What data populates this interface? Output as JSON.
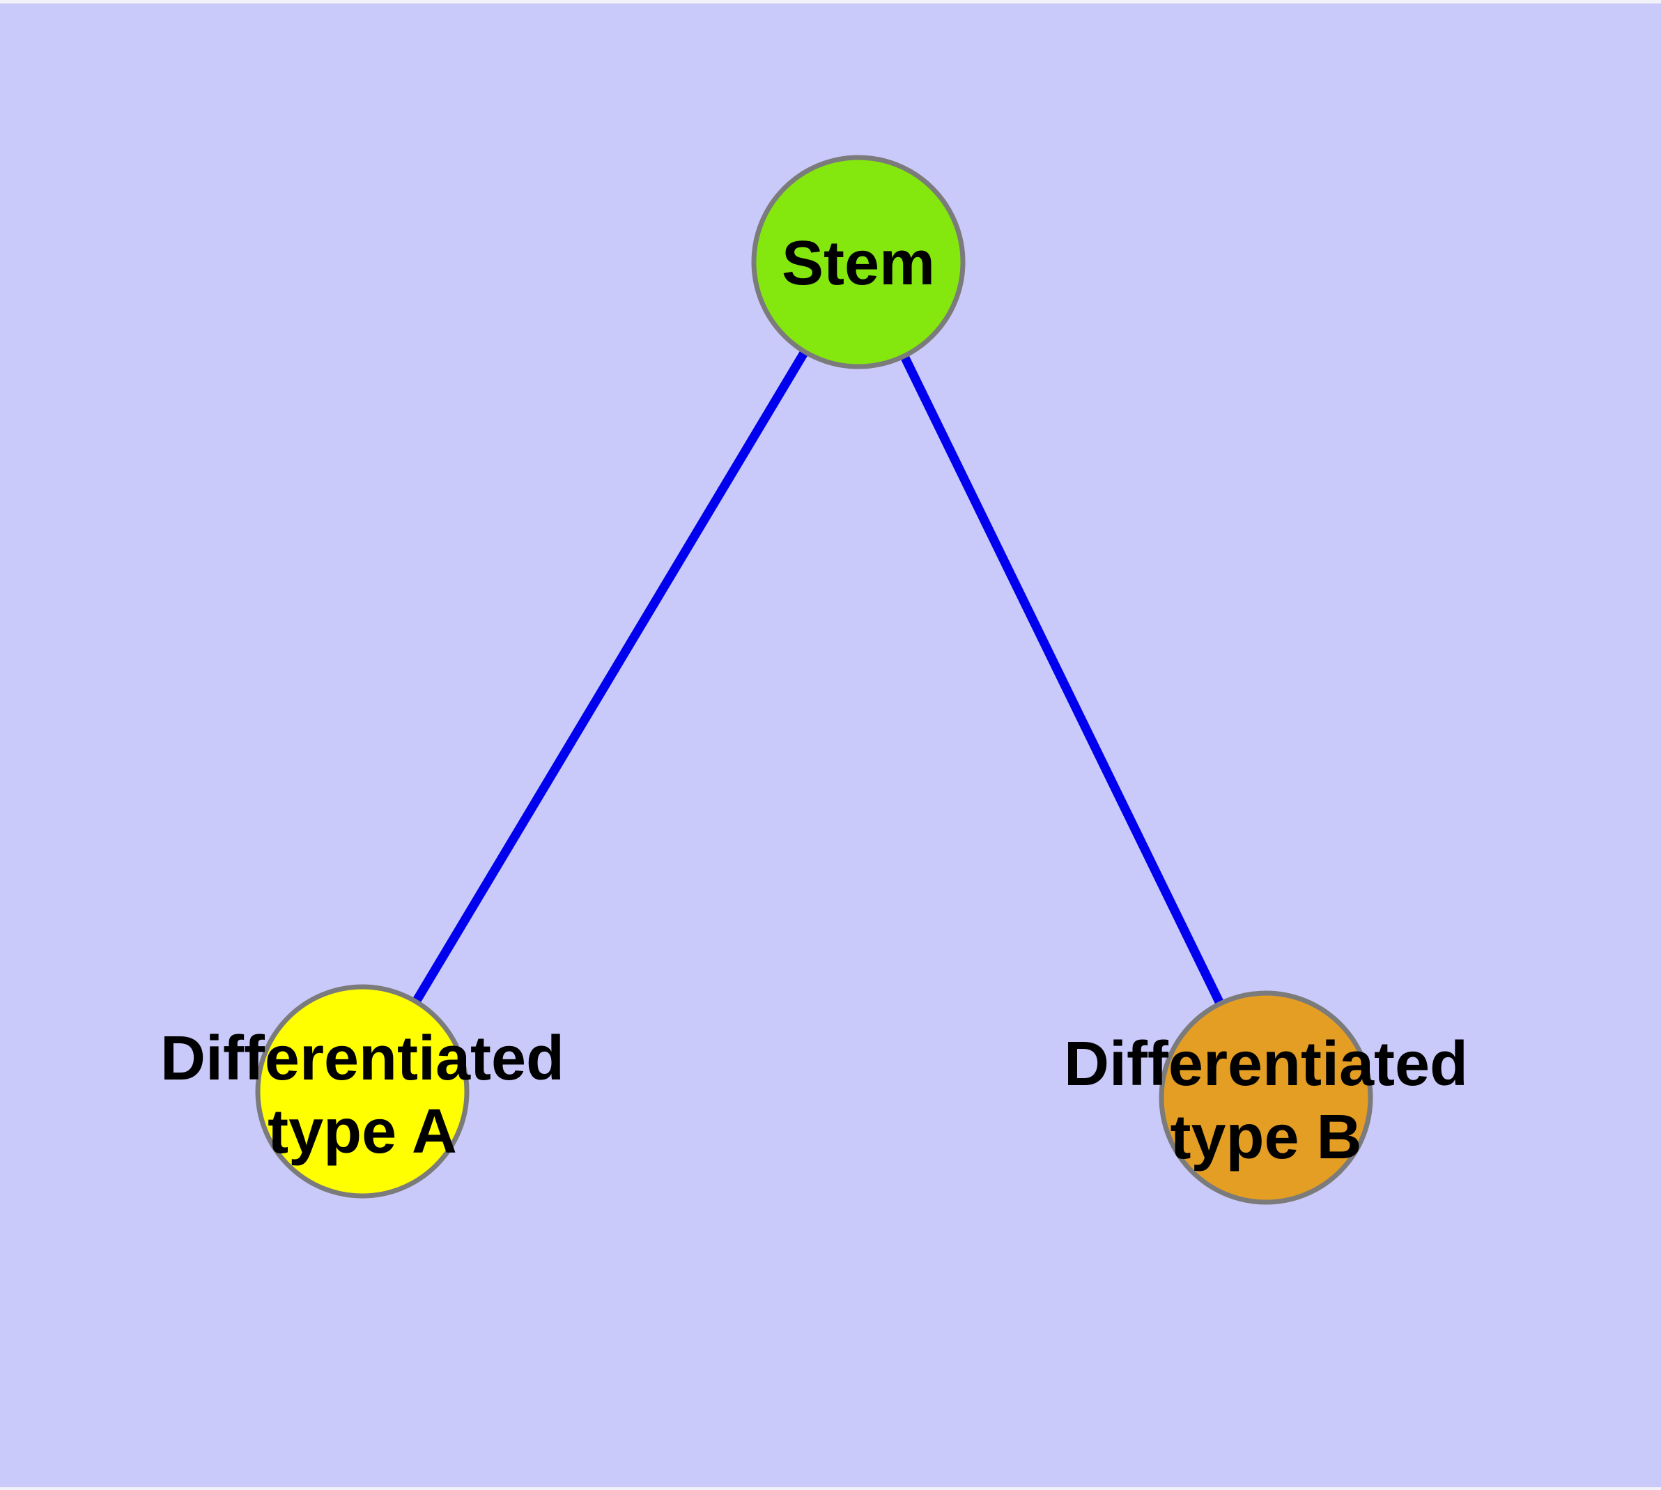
{
  "figure": {
    "background_color": "#CACAFA",
    "margin_strip_color": "#F2F2FB"
  },
  "diagram": {
    "type": "node-link-graph",
    "description": "Tree diagram of a stem cell giving rise to two differentiated cell types",
    "edge_style": {
      "color": "#0000EE"
    },
    "node_style": {
      "border_color": "#7B7B7B"
    },
    "nodes": [
      {
        "id": "stem",
        "label": "Stem",
        "fill": "#84E80E"
      },
      {
        "id": "differentiated-type-a",
        "label": "Differentiated type A",
        "label_line1": "Differentiated",
        "label_line2": "type A",
        "fill": "#FFFF00"
      },
      {
        "id": "differentiated-type-b",
        "label": "Differentiated type B",
        "label_line1": "Differentiated",
        "label_line2": "type B",
        "fill": "#E49E24"
      }
    ],
    "edges": [
      {
        "from": "stem",
        "to": "differentiated-type-a"
      },
      {
        "from": "stem",
        "to": "differentiated-type-b"
      }
    ]
  }
}
